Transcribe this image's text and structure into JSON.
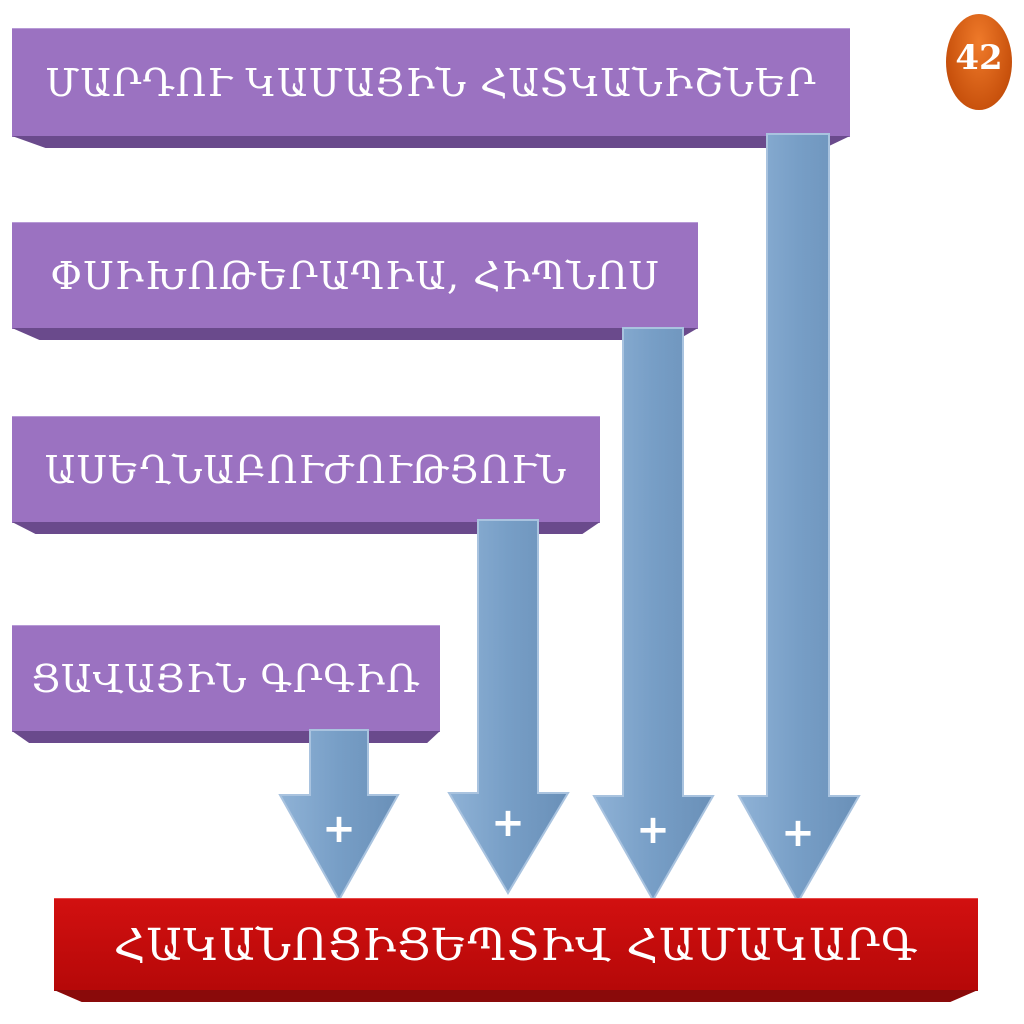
{
  "page_number": "42",
  "factors": [
    {
      "label": "ՄԱՐԴՈՒ ԿԱՄԱՅԻՆ ՀԱՏԿԱՆԻՇՆԵՐ"
    },
    {
      "label": "ՓՍԻԽՈԹԵՐԱՊԻԱ, ՀԻՊՆՈՍ"
    },
    {
      "label": "ԱՍԵՂՆԱԲՈՒԺՈՒԹՅՈՒՆ"
    },
    {
      "label": "ՑԱՎԱՅԻՆ ԳՐԳԻՌ"
    }
  ],
  "result": {
    "label": "ՀԱԿԱՆՈՑԻՑԵՊՏԻՎ ՀԱՄԱԿԱՐԳ"
  },
  "arrow_symbol": "+",
  "colors": {
    "factor_box": "#9b72c1",
    "arrow": "#779ec6",
    "result_box": "#c40c0c",
    "badge": "#d9630f"
  }
}
